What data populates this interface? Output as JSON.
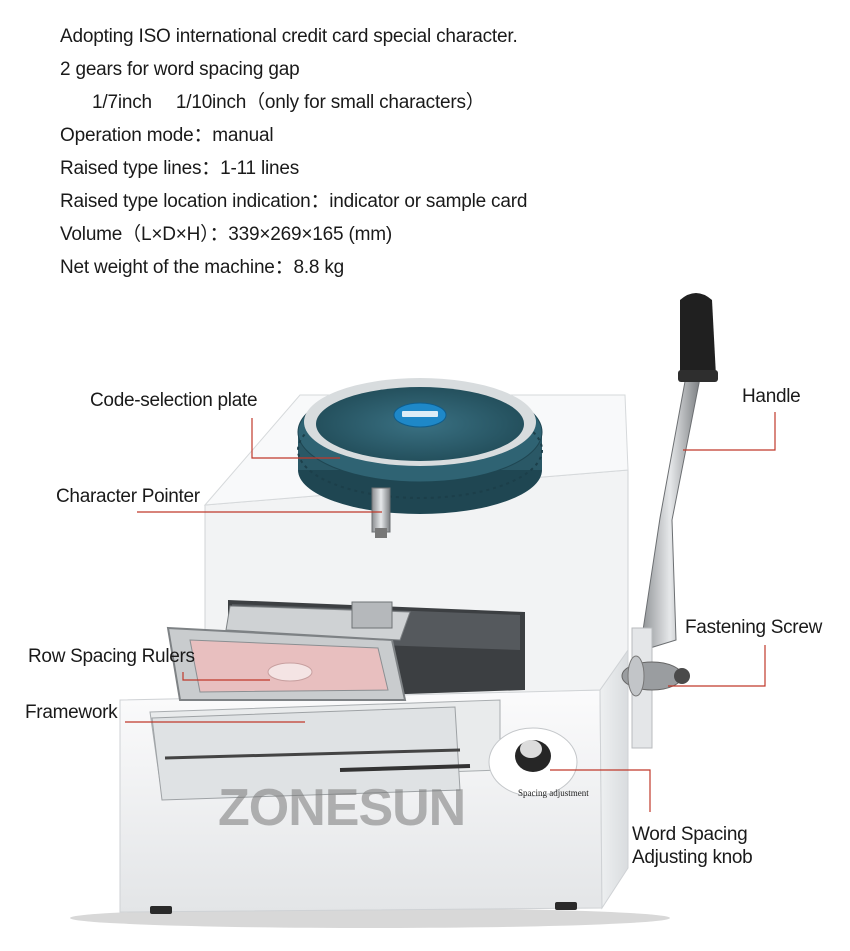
{
  "specs": [
    {
      "text": "Adopting ISO international credit card special character."
    },
    {
      "text": "2 gears for word spacing gap"
    },
    {
      "parts": [
        "1/7inch",
        "1/10inch（only for small characters）"
      ]
    },
    {
      "text": "Operation mode：manual"
    },
    {
      "text": "Raised type lines：1-11 lines"
    },
    {
      "text": "Raised type location indication：indicator or sample card"
    },
    {
      "text": "Volume（L×D×H）：339×269×165 (mm)"
    },
    {
      "text": "Net weight of the machine：8.8  kg"
    }
  ],
  "labels": {
    "code_selection_plate": "Code-selection plate",
    "character_pointer": "Character Pointer",
    "handle": "Handle",
    "fastening_screw": "Fastening Screw",
    "row_spacing_rulers": "Row Spacing Rulers",
    "framework": "Framework",
    "word_spacing_line1": "Word Spacing",
    "word_spacing_line2": "Adjusting knob"
  },
  "knob_text": "Spacing adjustment",
  "watermark": "ZONESUN",
  "colors": {
    "leader_line": "#c0392b",
    "dial": "#2f5f6e",
    "dial_center": "#1e88c8",
    "body": "#f3f4f5"
  }
}
